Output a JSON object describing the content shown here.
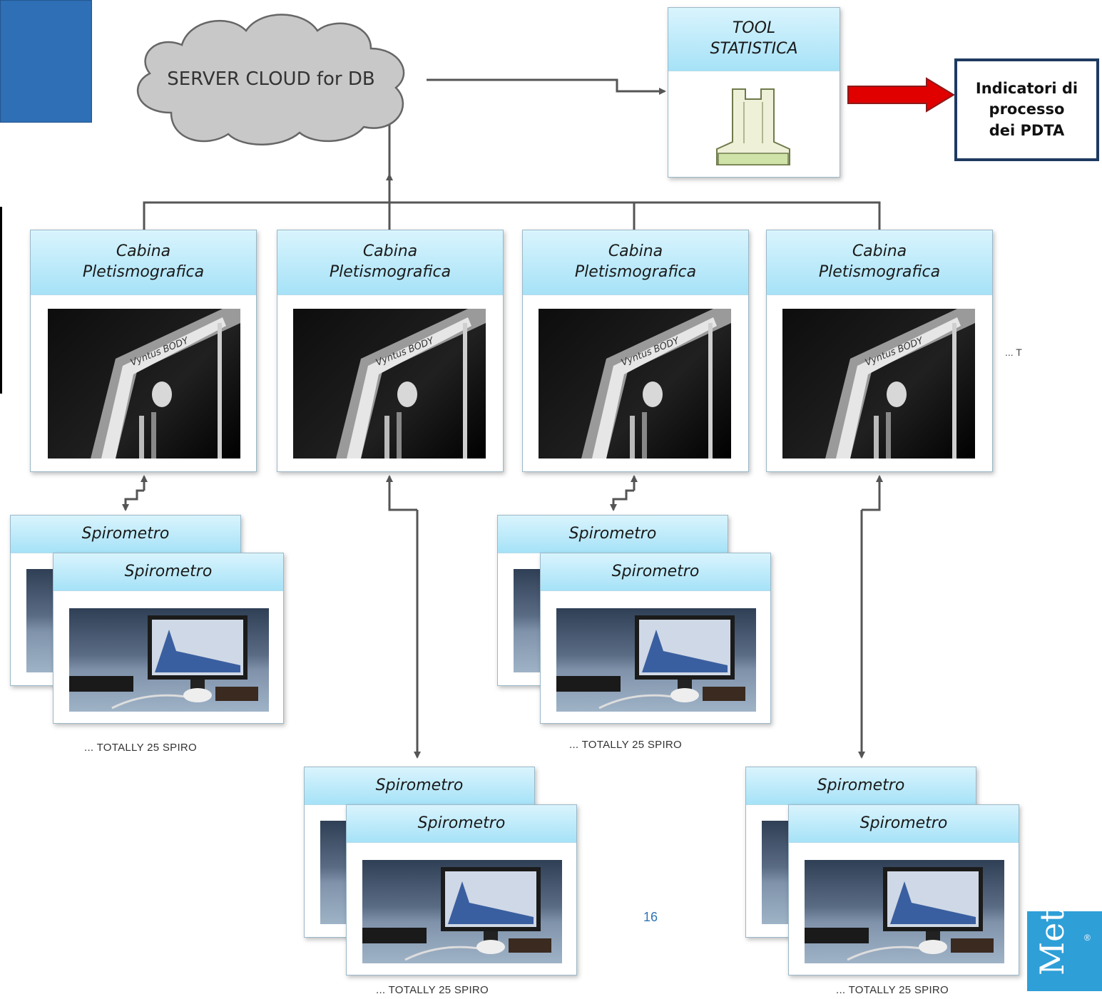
{
  "cloud": {
    "label": "SERVER CLOUD for DB"
  },
  "tool": {
    "line1": "TOOL",
    "line2": "STATISTICA"
  },
  "indicator": {
    "line1": "Indicatori di",
    "line2": "processo",
    "line3": "dei PDTA"
  },
  "cabina": [
    {
      "line1": "Cabina",
      "line2": "Pletismografica",
      "brand": "Vyntus BODY"
    },
    {
      "line1": "Cabina",
      "line2": "Pletismografica",
      "brand": "Vyntus BODY"
    },
    {
      "line1": "Cabina",
      "line2": "Pletismografica",
      "brand": "Vyntus BODY"
    },
    {
      "line1": "Cabina",
      "line2": "Pletismografica",
      "brand": "Vyntus BODY"
    }
  ],
  "spiro_label": "Spirometro",
  "captions": {
    "g1": "... TOTALLY 25 SPIRO",
    "g2": "... TOTALLY 25 SPIRO",
    "g3": "... TOTALLY 25 SPIRO",
    "g4": "... TOTALLY 25 SPIRO"
  },
  "continuation": "... T",
  "page_number": "16",
  "logo": {
    "text": "Metis",
    "mark": "®"
  },
  "colors": {
    "accent_blue": "#2e6fb5",
    "arrow_red": "#e00000",
    "node_header": "#a6e2f7",
    "frame_navy": "#1f3a60"
  },
  "icons": [
    "cloud-icon",
    "statistics-tool-icon",
    "red-arrow-icon",
    "network-arrow-icon"
  ]
}
